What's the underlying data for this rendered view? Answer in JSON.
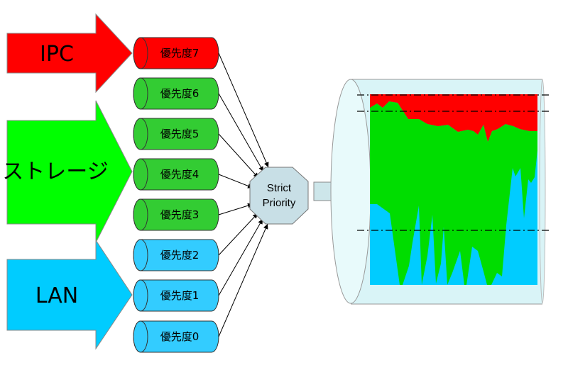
{
  "traffic_classes": [
    {
      "label": "IPC",
      "color": "#ff0000"
    },
    {
      "label": "ストレージ",
      "color": "#00ff00"
    },
    {
      "label": "LAN",
      "color": "#00ccff"
    }
  ],
  "queues": [
    {
      "label": "優先度7",
      "color": "#ff0000"
    },
    {
      "label": "優先度6",
      "color": "#33cc33"
    },
    {
      "label": "優先度5",
      "color": "#33cc33"
    },
    {
      "label": "優先度4",
      "color": "#33cc33"
    },
    {
      "label": "優先度3",
      "color": "#33cc33"
    },
    {
      "label": "優先度2",
      "color": "#33ccff"
    },
    {
      "label": "優先度1",
      "color": "#33ccff"
    },
    {
      "label": "優先度0",
      "color": "#33ccff"
    }
  ],
  "scheduler": {
    "line1": "Strict",
    "line2": "Priority",
    "color": "#c8dfe6"
  },
  "link_colors": {
    "red": "#ff0000",
    "green": "#00dd00",
    "blue": "#00ccff",
    "pipe": "#d9f4f7"
  }
}
